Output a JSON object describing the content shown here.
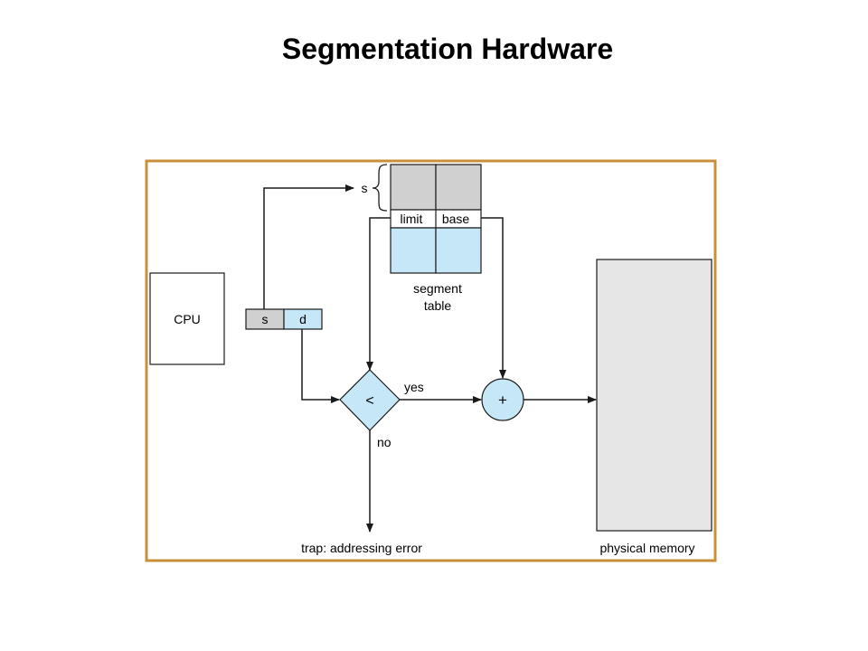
{
  "slide": {
    "title": "Segmentation Hardware"
  },
  "diagram": {
    "cpu": {
      "label": "CPU"
    },
    "logical_address": {
      "segment_label": "s",
      "offset_label": "d"
    },
    "segment_table": {
      "index_label": "s",
      "limit_label": "limit",
      "base_label": "base",
      "caption_line1": "segment",
      "caption_line2": "table"
    },
    "comparator": {
      "symbol": "<",
      "yes_label": "yes",
      "no_label": "no"
    },
    "adder": {
      "symbol": "+"
    },
    "trap": {
      "label": "trap: addressing error"
    },
    "memory": {
      "label": "physical memory"
    },
    "colors": {
      "frame": "#c8903a",
      "register_gray": "#d0d0d0",
      "light_blue": "#c6e7f7",
      "memory_gray": "#e6e6e6",
      "line": "#1a1a1a"
    }
  }
}
